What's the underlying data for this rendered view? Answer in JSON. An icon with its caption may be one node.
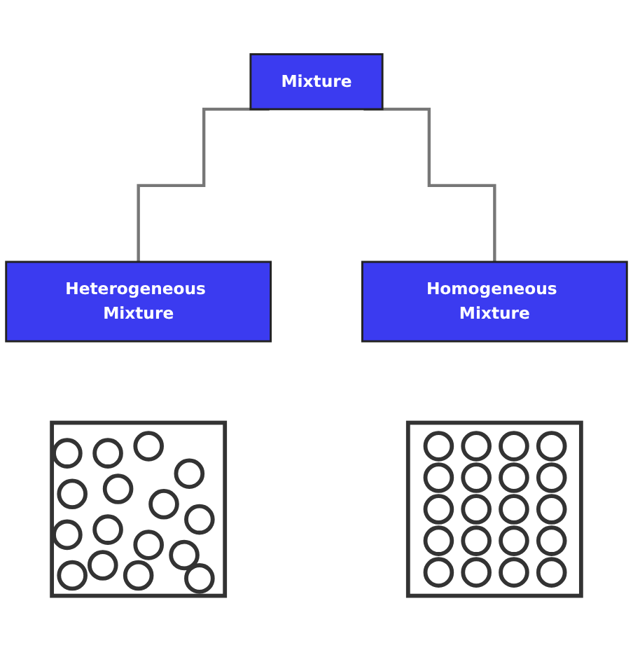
{
  "diagram": {
    "nodes": [
      {
        "text": [
          "Mixture"
        ]
      },
      {
        "text": [
          "Heterogeneous Mixture"
        ]
      },
      {
        "text": [
          "Homogeneous Mixture"
        ]
      },
      {
        "text": [],
        "shape": "picture"
      },
      {
        "text": [],
        "shape": "picture"
      }
    ],
    "edges": [
      {
        "from": 0,
        "to": 1,
        "arrow": "none"
      },
      {
        "from": 0,
        "to": 2,
        "arrow": "none"
      }
    ]
  }
}
